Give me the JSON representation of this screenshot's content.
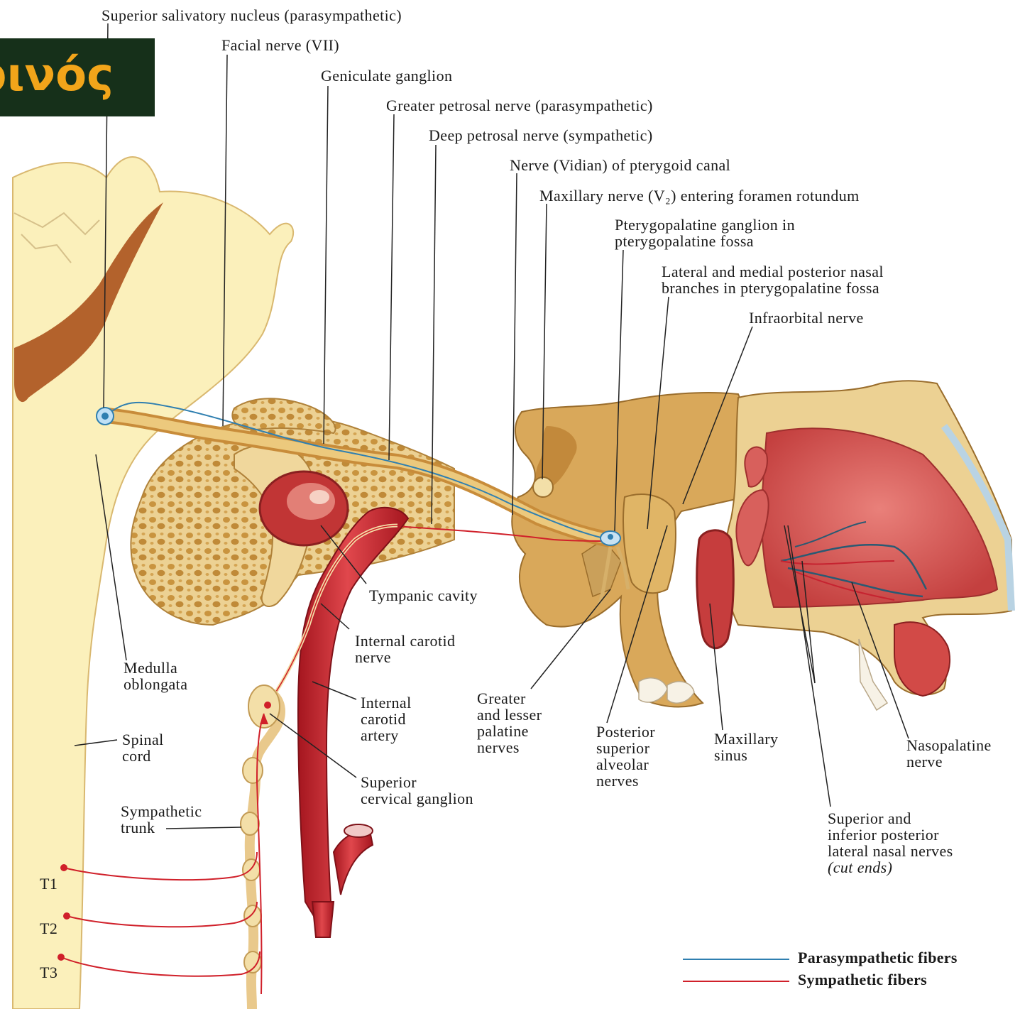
{
  "title_fragment": "ɒινός",
  "colors": {
    "parasympathetic": "#2f7fb0",
    "sympathetic": "#d0202a",
    "bone": "#e8c98a",
    "brain": "#fbf0bb",
    "artery": "#c62330",
    "mucosa": "#d9595a"
  },
  "labels": {
    "superior_salivatory": [
      "Superior salivatory nucleus (parasympathetic)"
    ],
    "facial_nerve": [
      "Facial nerve (VII)"
    ],
    "geniculate_ganglion": [
      "Geniculate ganglion"
    ],
    "greater_petrosal": [
      "Greater petrosal nerve (parasympathetic)"
    ],
    "deep_petrosal": [
      "Deep petrosal nerve (sympathetic)"
    ],
    "vidian": [
      "Nerve (Vidian) of pterygoid canal"
    ],
    "maxillary_nerve": [
      "Maxillary nerve (V₂) entering foramen rotundum"
    ],
    "pterygopalatine_ganglion": [
      "Pterygopalatine ganglion in",
      "pterygopalatine fossa"
    ],
    "posterior_nasal_branches": [
      "Lateral and medial posterior nasal",
      "branches in pterygopalatine fossa"
    ],
    "infraorbital_nerve": [
      "Infraorbital nerve"
    ],
    "tympanic_cavity": [
      "Tympanic cavity"
    ],
    "internal_carotid_nerve": [
      "Internal carotid",
      "nerve"
    ],
    "medulla": [
      "Medulla",
      "oblongata"
    ],
    "internal_carotid_artery": [
      "Internal",
      "carotid",
      "artery"
    ],
    "palatine_nerves": [
      "Greater",
      "and lesser",
      "palatine",
      "nerves"
    ],
    "psa_nerves": [
      "Posterior",
      "superior",
      "alveolar",
      "nerves"
    ],
    "maxillary_sinus": [
      "Maxillary",
      "sinus"
    ],
    "nasopalatine": [
      "Nasopalatine",
      "nerve"
    ],
    "spinal_cord": [
      "Spinal",
      "cord"
    ],
    "superior_cervical_ganglion": [
      "Superior",
      "cervical ganglion"
    ],
    "sympathetic_trunk": [
      "Sympathetic",
      "trunk"
    ],
    "lateral_nasal_nerves": [
      "Superior and",
      "inferior posterior",
      "lateral nasal nerves",
      "(cut ends)"
    ],
    "t1": [
      "T1"
    ],
    "t2": [
      "T2"
    ],
    "t3": [
      "T3"
    ]
  },
  "legend": [
    {
      "label": "Parasympathetic fibers",
      "color": "#2f7fb0"
    },
    {
      "label": "Sympathetic fibers",
      "color": "#d0202a"
    }
  ]
}
